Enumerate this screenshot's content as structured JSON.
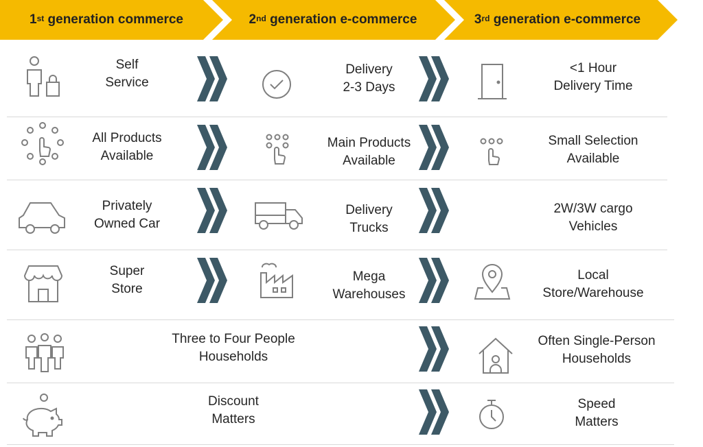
{
  "header": {
    "columns": [
      {
        "num": "1",
        "suffix": "st",
        "text": " generation commerce"
      },
      {
        "num": "2",
        "suffix": "nd",
        "text": " generation e-commerce"
      },
      {
        "num": "3",
        "suffix": "rd",
        "text": " generation e-commerce"
      }
    ],
    "fill_color": "#F5BA00"
  },
  "chevron_color": "#3D5966",
  "rows": [
    {
      "c1": "Self\nService",
      "c2": "Delivery\n2-3 Days",
      "c3": "<1 Hour\nDelivery Time",
      "icon1": "person-shopping-bag-icon",
      "icon2": "check-circle-icon",
      "icon3": "door-icon"
    },
    {
      "c1": "All Products\nAvailable",
      "c2": "Main Products\nAvailable",
      "c3": "Small Selection\nAvailable",
      "icon1": "many-items-select-icon",
      "icon2": "some-items-select-icon",
      "icon3": "few-items-select-icon"
    },
    {
      "c1": "Privately\nOwned Car",
      "c2": "Delivery\nTrucks",
      "c3": "2W/3W cargo\nVehicles",
      "icon1": "car-icon",
      "icon2": "truck-icon",
      "icon3": ""
    },
    {
      "c1": "Super\nStore",
      "c2": "Mega\nWarehouses",
      "c3": "Local\nStore/Warehouse",
      "icon1": "store-icon",
      "icon2": "factory-icon",
      "icon3": "location-pin-icon"
    },
    {
      "c12": "Three to Four People\nHouseholds",
      "c3": "Often Single-Person\nHouseholds",
      "icon1": "family-icon",
      "icon3": "home-person-icon"
    },
    {
      "c12": "Discount\nMatters",
      "c3": "Speed\nMatters",
      "icon1": "piggy-bank-icon",
      "icon3": "stopwatch-icon"
    }
  ]
}
